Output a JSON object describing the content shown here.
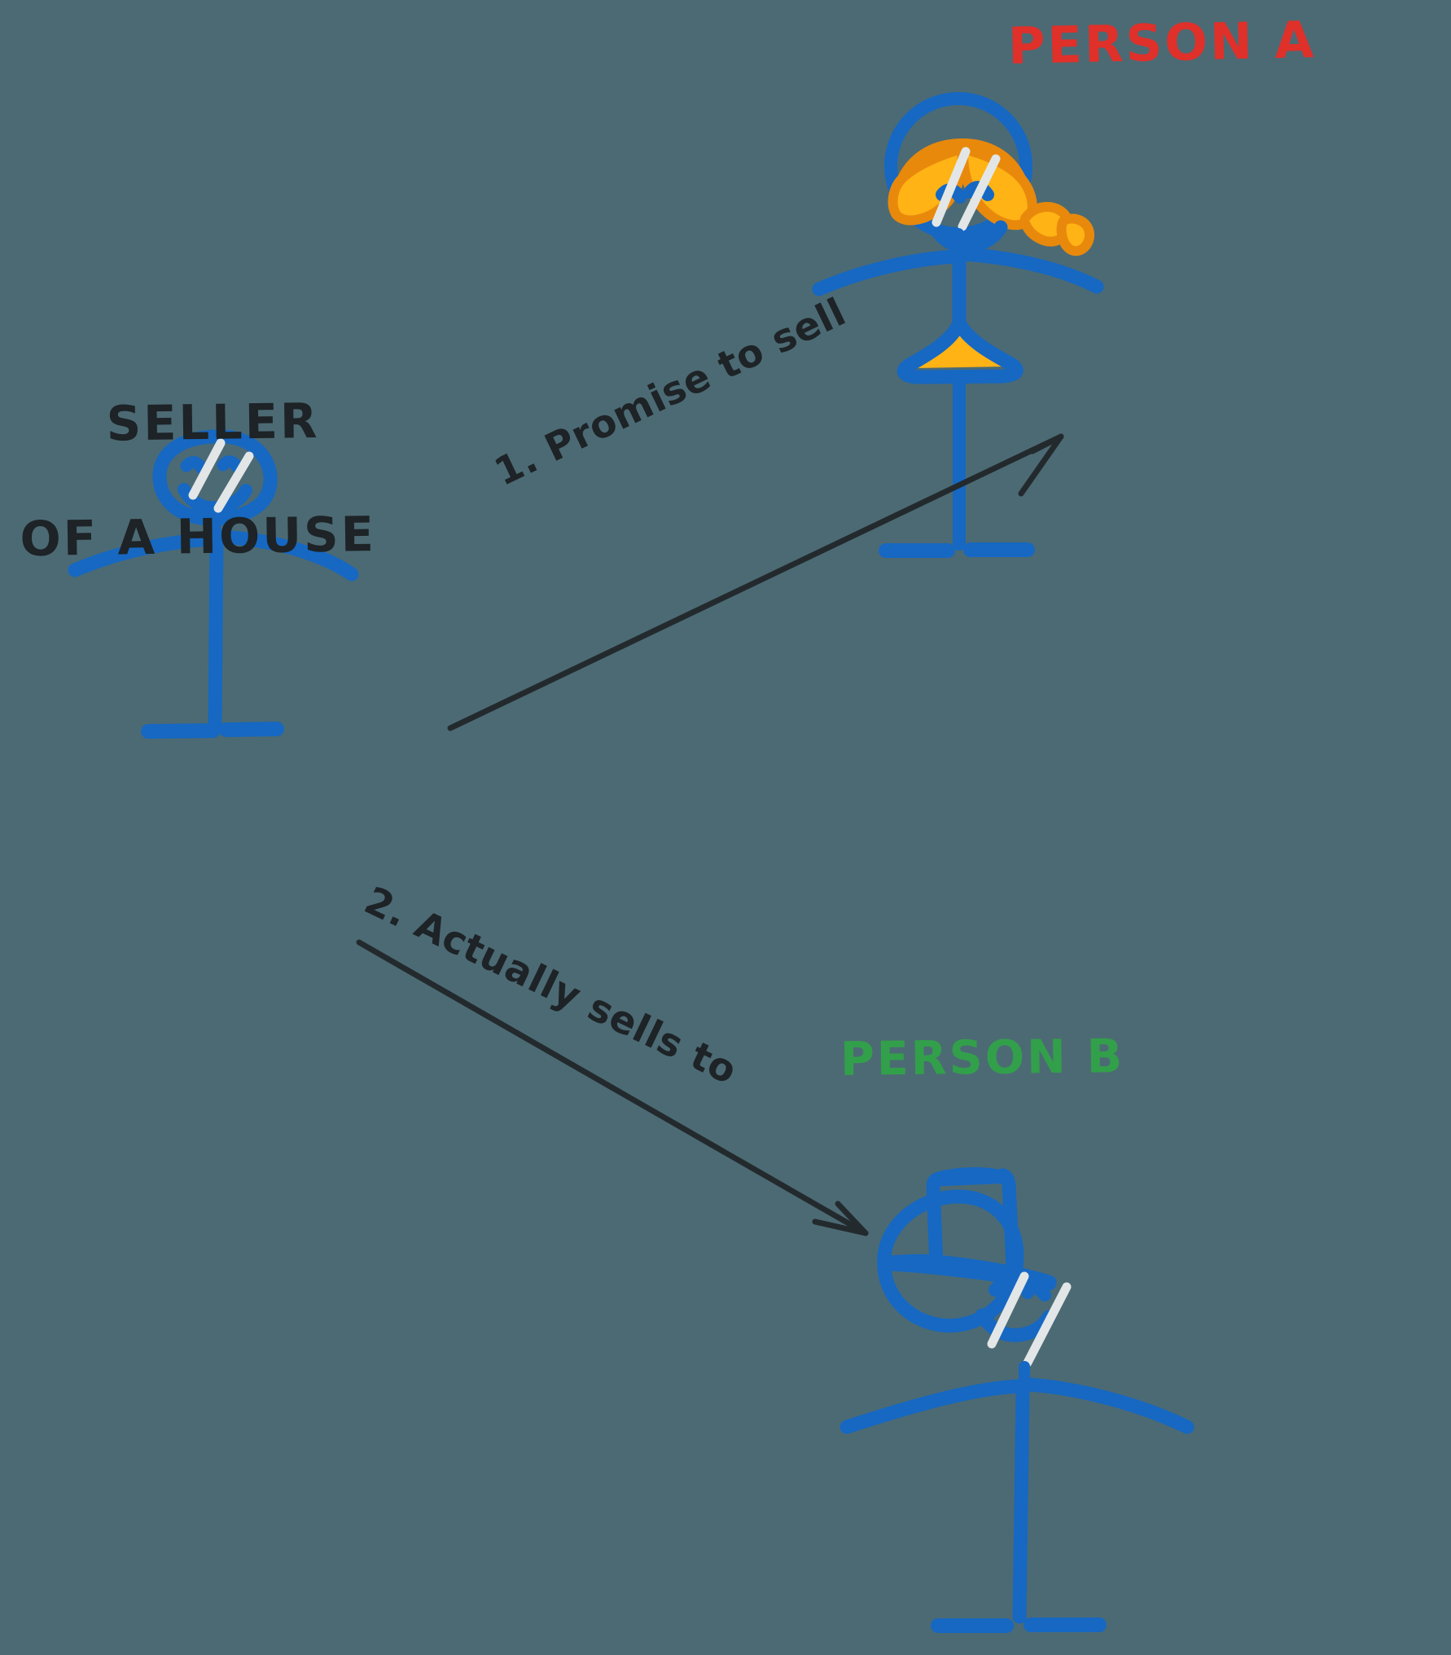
{
  "diagram": {
    "title": "Seller of a house promise and sale diagram",
    "background_color": "#4c6a74"
  },
  "colors": {
    "background": "#4c6a74",
    "figure_blue": "#1668c2",
    "hair_gold": "#ffb315",
    "hair_outline_orange": "#e8890c",
    "person_a_red": "#e0302a",
    "person_b_green": "#32a04a",
    "text_dark": "#1d2326",
    "highlight_white": "#e6e9ea"
  },
  "labels": {
    "person_a": "PERSON A",
    "person_b": "PERSON B",
    "seller_line1": "SELLER",
    "seller_line2": "OF A HOUSE",
    "arrow_1": "1. Promise to sell",
    "arrow_2": "2. Actually sells to"
  },
  "figures": [
    {
      "name": "seller",
      "role": "Seller of a house",
      "features": [
        "oval-head",
        "two-eyes",
        "smile",
        "diagonal-highlight-streaks",
        "outstretched-arms",
        "single-leg",
        "two-feet"
      ],
      "color": "#1668c2"
    },
    {
      "name": "person-a",
      "role": "Person A",
      "features": [
        "round-head",
        "blonde-hair",
        "pigtail",
        "two-eyes",
        "smile",
        "diagonal-highlight-streaks",
        "outstretched-arms",
        "triangle-dress",
        "single-leg",
        "two-feet"
      ],
      "color": "#1668c2",
      "accent": "#ffb315"
    },
    {
      "name": "person-b",
      "role": "Person B",
      "features": [
        "round-head",
        "top-hat",
        "hat-brim",
        "two-eyes",
        "smile",
        "diagonal-highlight-streaks",
        "outstretched-arms",
        "single-leg",
        "two-feet"
      ],
      "color": "#1668c2"
    }
  ],
  "arrows": [
    {
      "name": "promise-arrow",
      "label": "1. Promise to sell",
      "from": "seller",
      "to": "person-a",
      "direction": "up-right"
    },
    {
      "name": "sells-arrow",
      "label": "2. Actually sells to",
      "from": "seller",
      "to": "person-b",
      "direction": "down-right"
    }
  ]
}
